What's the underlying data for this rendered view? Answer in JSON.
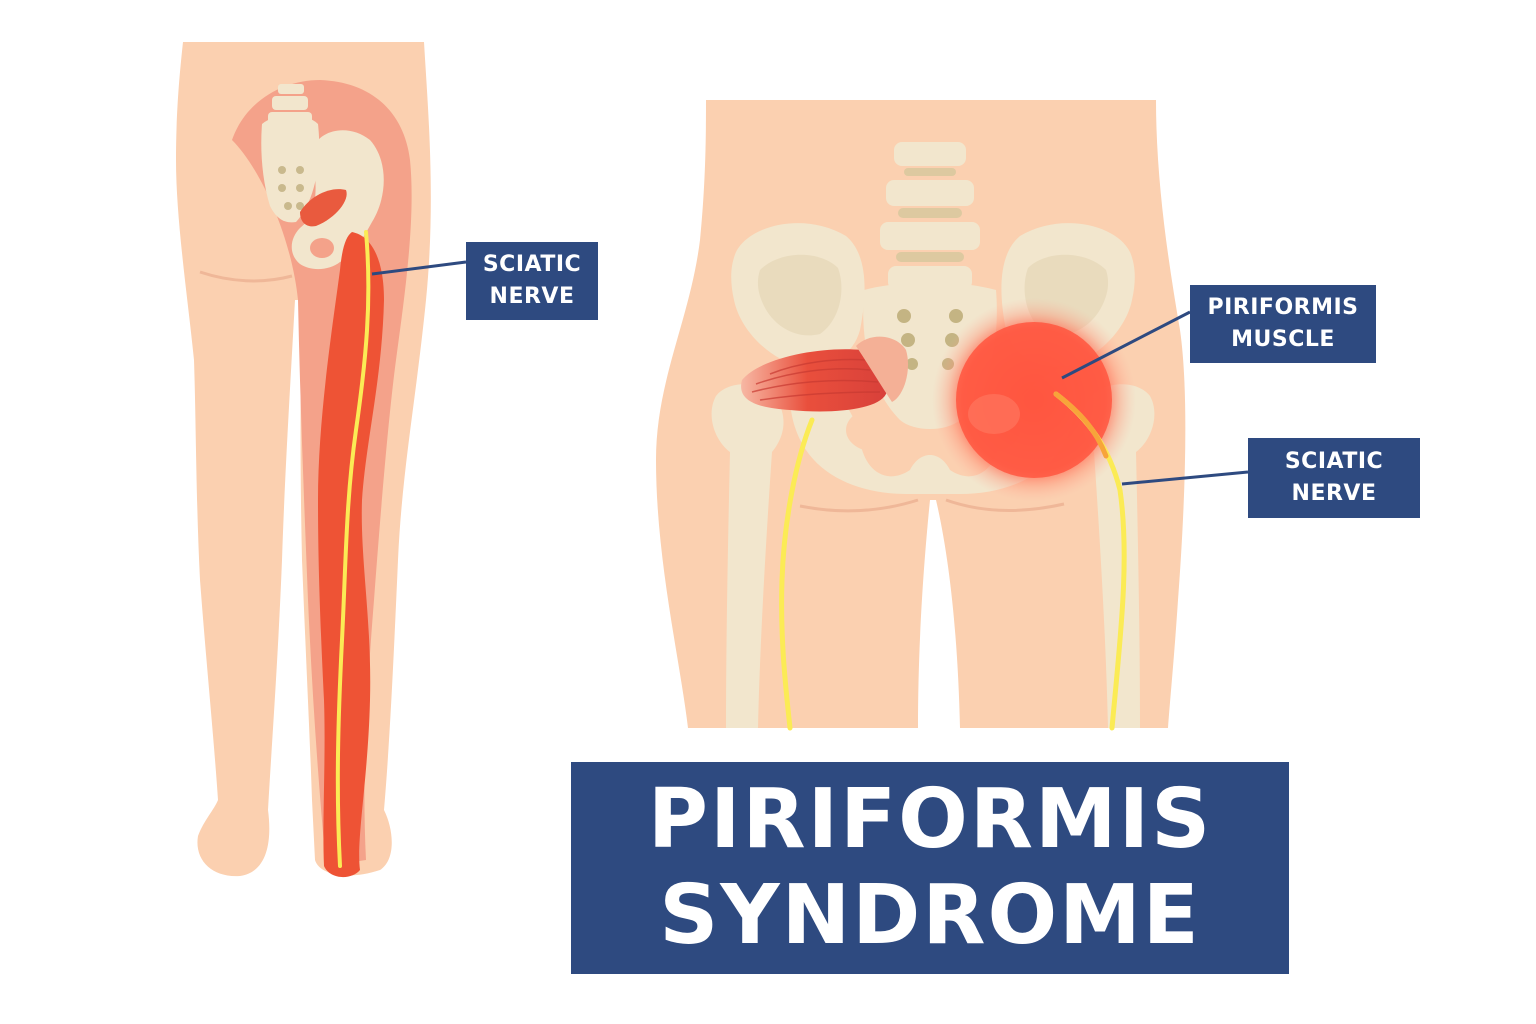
{
  "labels": {
    "sciatic_left": [
      "SCIATIC",
      "NERVE"
    ],
    "piriformis": [
      "PIRIFORMIS",
      "MUSCLE"
    ],
    "sciatic_right": [
      "SCIATIC",
      "NERVE"
    ]
  },
  "title": [
    "PIRIFORMIS",
    "SYNDROME"
  ],
  "colors": {
    "skin": "#fbd0b0",
    "skin_shadow": "#f1b99a",
    "muscle": "#ee5335",
    "muscle_light": "#f5a488",
    "bone": "#f2e6cd",
    "nerve": "#fbeb55",
    "label_bg": "#2e4a80",
    "inflammation": "#ff5a45"
  }
}
